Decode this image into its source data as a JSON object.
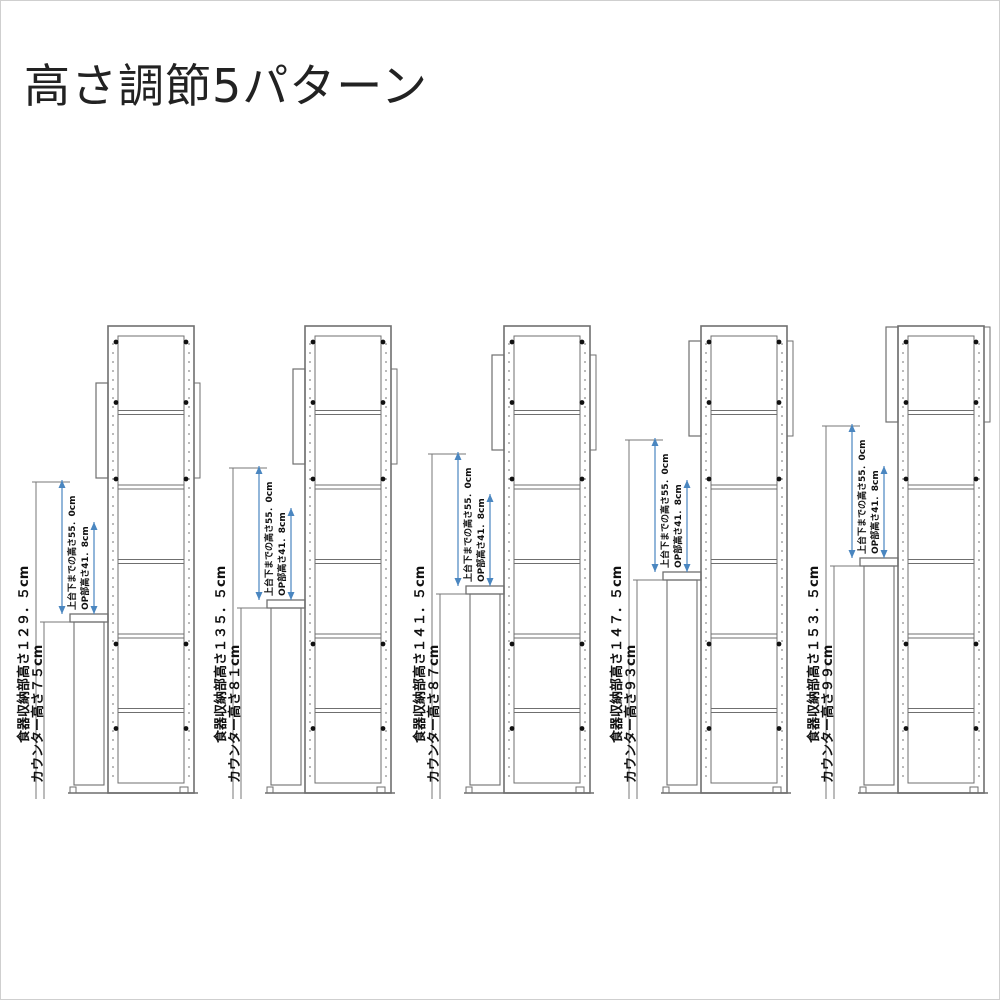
{
  "title": "高さ調節5パターン",
  "colors": {
    "line": "#6f6f6f",
    "arrow": "#4a86c0",
    "text": "#111111"
  },
  "patterns": [
    {
      "storage_label": "食器収納部高さ１２９．５cm",
      "counter_label": "カウンター高さ７５cm",
      "upper_label": "上台下までの高さ55．0cm",
      "op_label": "OP部高さ41．8cm",
      "counter_cm": 75,
      "storage_cm": 129.5
    },
    {
      "storage_label": "食器収納部高さ１３５．５cm",
      "counter_label": "カウンター高さ８１cm",
      "upper_label": "上台下までの高さ55．0cm",
      "op_label": "OP部高さ41．8cm",
      "counter_cm": 81,
      "storage_cm": 135.5
    },
    {
      "storage_label": "食器収納部高さ１４１．５cm",
      "counter_label": "カウンター高さ８７cm",
      "upper_label": "上台下までの高さ55．0cm",
      "op_label": "OP部高さ41．8cm",
      "counter_cm": 87,
      "storage_cm": 141.5
    },
    {
      "storage_label": "食器収納部高さ１４７．５cm",
      "counter_label": "カウンター高さ９３cm",
      "upper_label": "上台下までの高さ55．0cm",
      "op_label": "OP部高さ41．8cm",
      "counter_cm": 93,
      "storage_cm": 147.5
    },
    {
      "storage_label": "食器収納部高さ１５３．５cm",
      "counter_label": "カウンター高さ９９cm",
      "upper_label": "上台下までの高さ55．0cm",
      "op_label": "OP部高さ41．8cm",
      "counter_cm": 99,
      "storage_cm": 153.5
    }
  ]
}
